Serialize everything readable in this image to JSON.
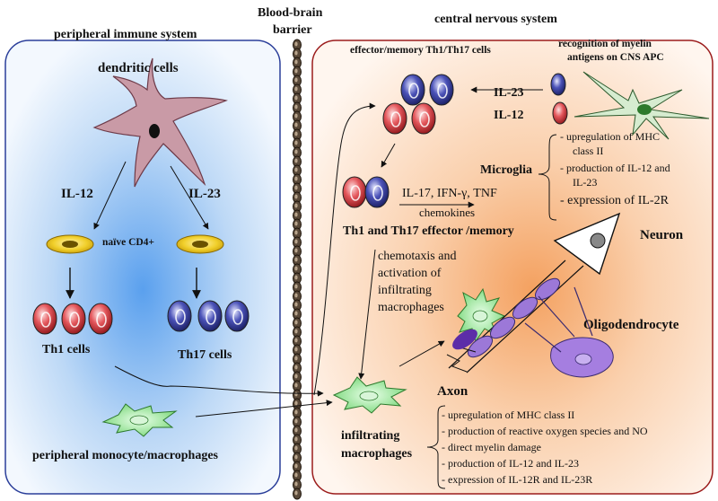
{
  "header": {
    "peripheral_title": "peripheral immune system",
    "bbb_title_line1": "Blood-brain",
    "bbb_title_line2": "barrier",
    "cns_title": "central nervous system"
  },
  "peripheral": {
    "dendritic_cells": "dendritic cells",
    "il12": "IL-12",
    "il23": "IL-23",
    "naive": "naïve CD4+",
    "th1": "Th1 cells",
    "th17": "Th17 cells",
    "monocytes": "peripheral monocyte/macrophages"
  },
  "cns": {
    "effector_memory": "effector/memory Th1/Th17 cells",
    "recognition_line1": "recognition of myelin",
    "recognition_line2": "antigens on CNS APC",
    "il23": "IL-23",
    "il12": "IL-12",
    "microglia": "Microglia",
    "microglia_effects": [
      "upregulation of MHC",
      "class II",
      "production of IL-12 and",
      "IL-23",
      "expression of IL-2R"
    ],
    "cytokines_line1": "IL-17, IFN-γ, TNF",
    "cytokines_line2": "chemokines",
    "th_effector": "Th1 and Th17 effector /memory",
    "chemotaxis": [
      "chemotaxis and",
      "activation of",
      "infiltrating",
      "macrophages"
    ],
    "neuron": "Neuron",
    "oligodendrocyte": "Oligodendrocyte",
    "axon": "Axon",
    "infiltrating_line1": "infiltrating",
    "infiltrating_line2": "macrophages",
    "macrophage_effects": [
      "upregulation of MHC class II",
      "production of reactive oxygen species and NO",
      "direct myelin damage",
      "production of IL-12 and IL-23",
      "expression of IL-12R and IL-23R"
    ]
  },
  "colors": {
    "peripheral_border": "#2b3f9a",
    "cns_border": "#9b1c1c",
    "th1_red": "#c8242c",
    "th17_blue": "#2a2f86",
    "naive_yellow": "#e6c21a",
    "dendritic_pink": "#c99aa6",
    "macrophage_green": "#7fd67f",
    "myelin_purple": "#9c78d8"
  }
}
